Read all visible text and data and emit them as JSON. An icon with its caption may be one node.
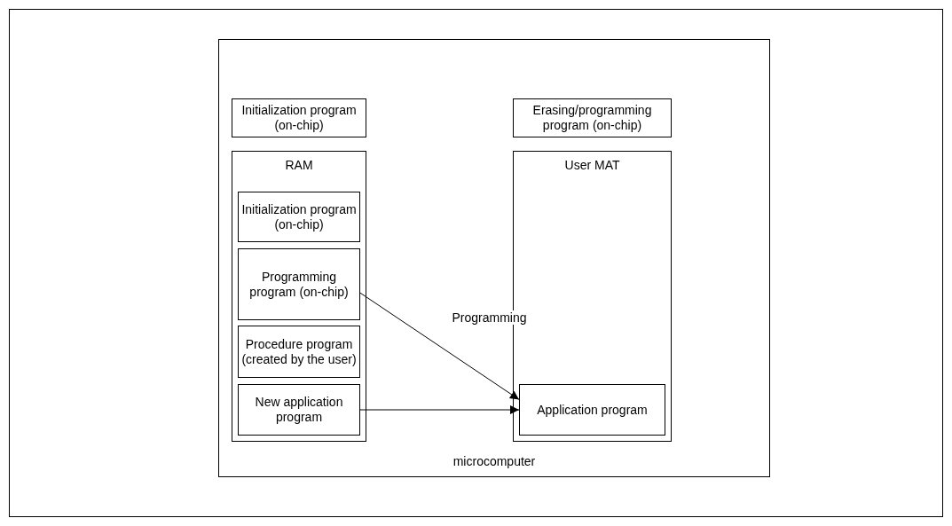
{
  "diagram": {
    "nodes": [
      {
        "text": [
          "microcomputer"
        ]
      },
      {
        "text": [
          "Initialization program (on-chip)"
        ],
        "in": 0
      },
      {
        "text": [
          "Erasing/programming program (on-chip)"
        ],
        "in": 0
      },
      {
        "text": [
          "RAM"
        ],
        "in": 0
      },
      {
        "text": [
          "Initialization program (on-chip)"
        ],
        "in": 3
      },
      {
        "text": [
          "Programming program (on-chip)"
        ],
        "in": 3
      },
      {
        "text": [
          "Procedure program (created by the user)"
        ],
        "in": 3
      },
      {
        "text": [
          "New application program"
        ],
        "in": 3
      },
      {
        "text": [
          "User MAT"
        ],
        "in": 0
      },
      {
        "text": [
          "Application program"
        ],
        "in": 8
      }
    ],
    "edges": [
      {
        "from": 5,
        "to": 9,
        "arrow": "to",
        "label": "Programming"
      },
      {
        "from": 7,
        "to": 9,
        "arrow": "to"
      }
    ]
  }
}
